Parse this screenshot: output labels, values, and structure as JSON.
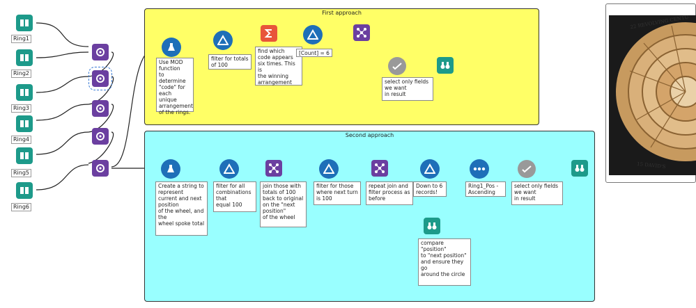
{
  "containers": {
    "first": {
      "title": "First approach",
      "color": "#ffff66"
    },
    "second": {
      "title": "Second approach",
      "color": "#99ffff"
    }
  },
  "ring_inputs": [
    {
      "label": "Ring1"
    },
    {
      "label": "Ring2"
    },
    {
      "label": "Ring3"
    },
    {
      "label": "Ring4"
    },
    {
      "label": "Ring5"
    },
    {
      "label": "Ring6"
    }
  ],
  "annotations": {
    "mod_function": "Use MOD\nfunction\nto determine\n\"code\" for\neach unique\narrangement\nof the rings.",
    "filter_totals": "filter for totals\nof 100",
    "find_code": "find which\ncode appears\nsix times. This is\nthe winning\narrangement",
    "count_filter": "[Count] = 6",
    "select_fields_1": "select only fields\nwe want\nin result",
    "create_string": "Create a string to\nrepresent\ncurrent and next\nposition\nof the wheel, and\nthe\nwheel spoke total",
    "filter_all": "filter for all\ncombinations\nthat\nequal 100",
    "join_totals": "join those with\ntotals of 100\nback to original\non the \"next\nposition\"\nof the wheel",
    "filter_next": "filter for those\nwhere next turn\nis 100",
    "repeat_join": "repeat join and\nfilter process as\nbefore",
    "down_to_6": "Down to 6\nrecords!",
    "ring1_sort": "Ring1_Pos -\nAscending",
    "select_fields_2": "select only fields\nwe want\nin result",
    "compare": "compare\n\"position\"\nto \"next position\"\nand ensure they\ngo\naround the circle"
  },
  "photo": {
    "engraving_top": "22 REVOLVING CENTU",
    "engraving_bottom": "15 DAVID'S"
  },
  "colors": {
    "tool_purple": "#6b3fa0",
    "tool_blue": "#1e6fb8",
    "tool_teal": "#1d9a8a",
    "tool_orange": "#e8553a",
    "tool_gray": "#999999",
    "connector": "#222222"
  }
}
